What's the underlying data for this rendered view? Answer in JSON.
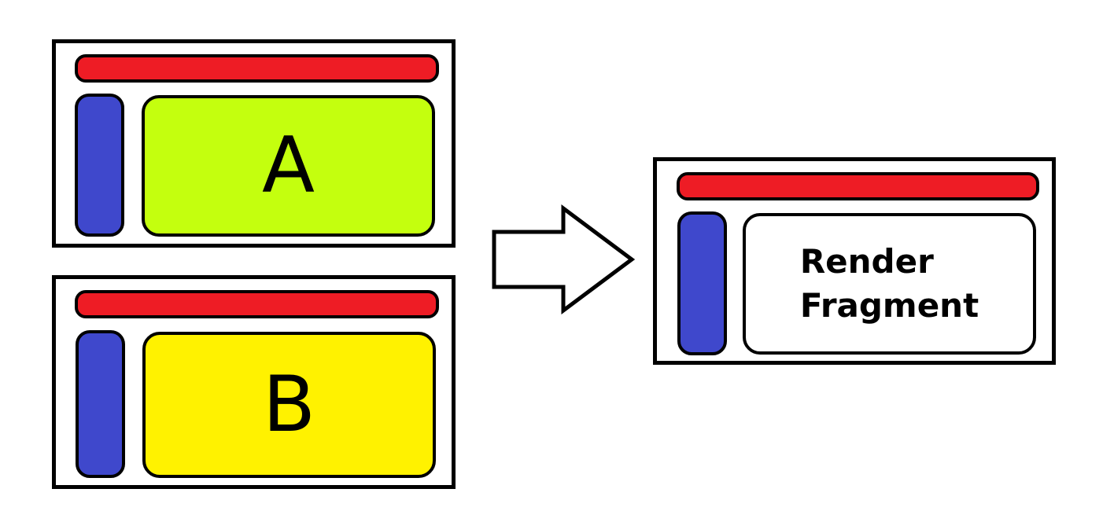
{
  "colors": {
    "header": "#ee1c25",
    "sidebar": "#3f48cc",
    "content_a": "#c4ff0e",
    "content_b": "#fff200",
    "content_fragment": "#ffffff",
    "outline": "#000000"
  },
  "layouts": [
    {
      "id": "layout-a",
      "content_label": "A"
    },
    {
      "id": "layout-b",
      "content_label": "B"
    }
  ],
  "result": {
    "content_line1": "Render",
    "content_line2": "Fragment"
  },
  "arrow": {
    "icon": "right-arrow-icon"
  }
}
